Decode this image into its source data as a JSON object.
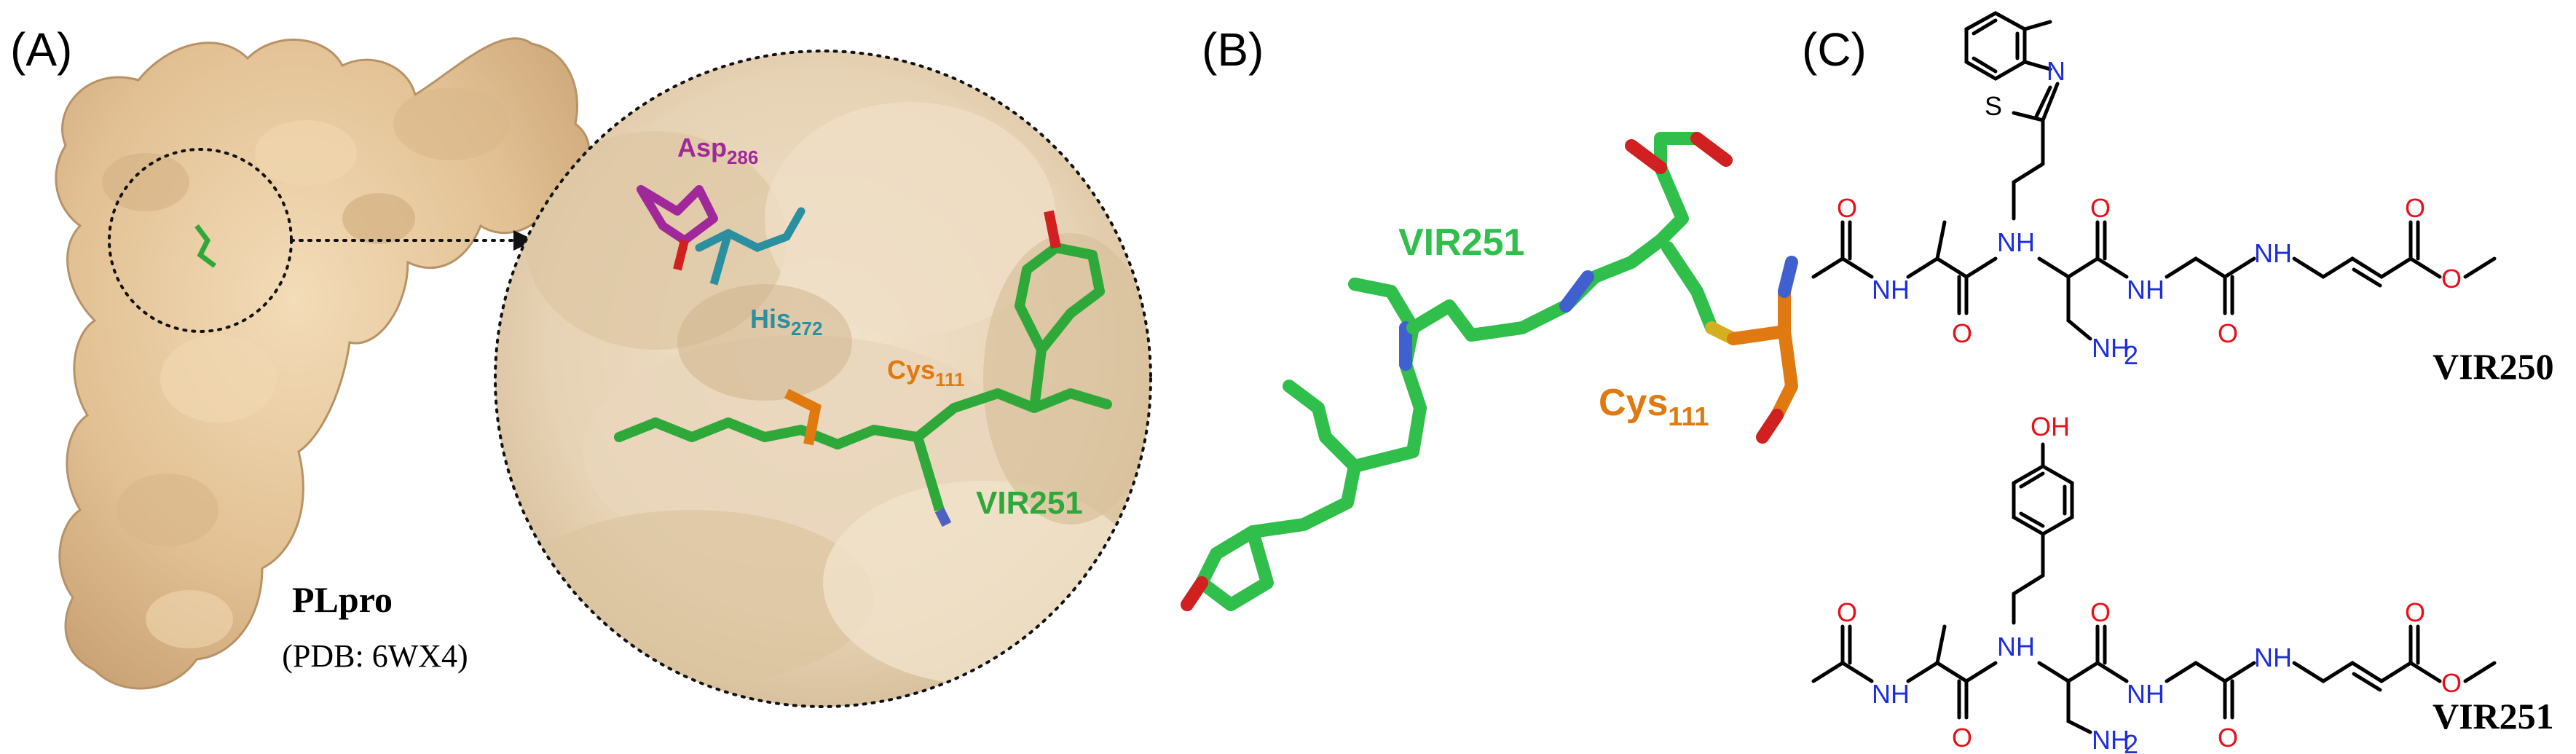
{
  "panels": {
    "a": {
      "label": "(A)",
      "protein_name": "PLpro",
      "pdb_caption": "(PDB: 6WX4)",
      "zoom_residues": {
        "asp": {
          "name": "Asp",
          "sub": "286",
          "color": "#a0289a"
        },
        "his": {
          "name": "His",
          "sub": "272",
          "color": "#2a8f9e"
        },
        "cys": {
          "name": "Cys",
          "sub": "111",
          "color": "#e07a10"
        }
      },
      "ligand_label": "VIR251",
      "ligand_color": "#2fa83a",
      "surface_color": "#e6c9a0"
    },
    "b": {
      "label": "(B)",
      "ligand_label": "VIR251",
      "ligand_color": "#2fbf4a",
      "cys": {
        "name": "Cys",
        "sub": "111",
        "color": "#e07a10"
      }
    },
    "c": {
      "label": "(C)",
      "compound_top": "VIR250",
      "compound_bottom": "VIR251",
      "atoms": {
        "O": "O",
        "N": "N",
        "S": "S",
        "NH": "NH",
        "NH2": "NH",
        "NH2_sub": "2",
        "OH": "OH"
      },
      "colors": {
        "oxygen": "#e8101a",
        "nitrogen": "#1e2ed8",
        "bond": "#000000"
      }
    }
  }
}
